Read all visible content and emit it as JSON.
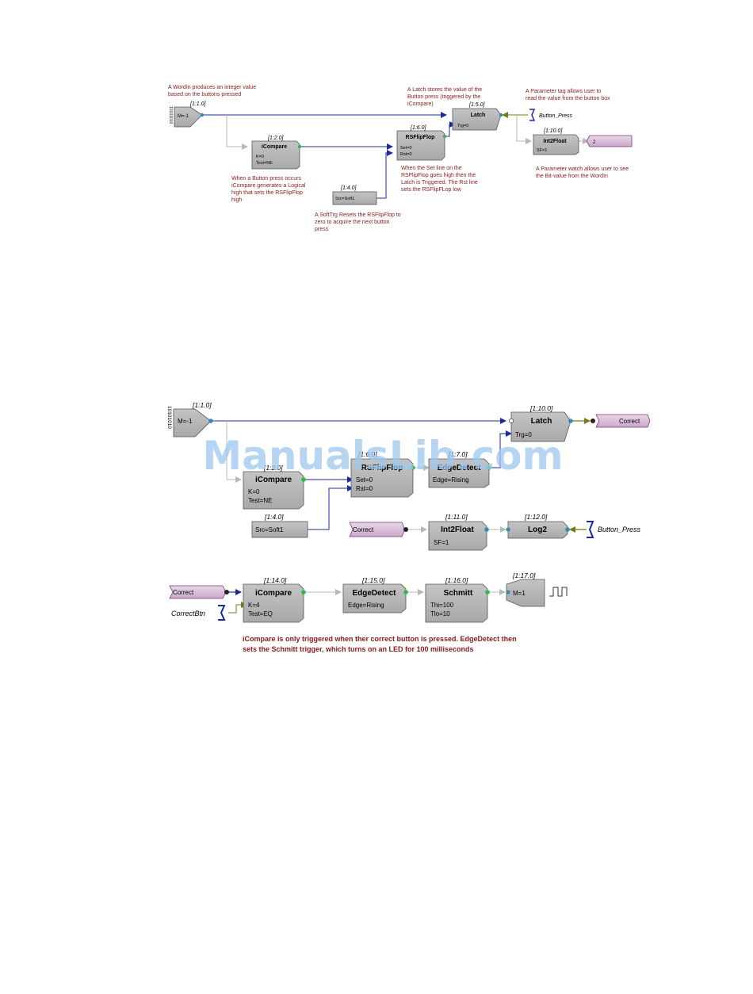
{
  "watermark": "ManualsLib.com",
  "diagram1": {
    "word_in": {
      "id": "[1:1.0]",
      "param": "M=-1",
      "bits": "10101010"
    },
    "icompare": {
      "id": "[1:2.0]",
      "title": "iCompare",
      "p1": "K=0",
      "p2": "Test=NE"
    },
    "softtrg": {
      "id": "[1:4.0]",
      "param": "Src=Soft1"
    },
    "rsflipflop": {
      "id": "[1:6.0]",
      "title": "RSFlipFlop",
      "p1": "Set=0",
      "p2": "Rst=0"
    },
    "latch": {
      "id": "[1:5.0]",
      "title": "Latch",
      "p1": "Trg=0"
    },
    "button_press": {
      "label": "Button_Press"
    },
    "int2float": {
      "id": "[1:10.0]",
      "title": "Int2Float",
      "p1": "SF=1"
    },
    "watch": {
      "value": "2"
    },
    "notes": {
      "wordin": [
        "A WordIn produces an integer value",
        "based on the buttons pressed"
      ],
      "latch": [
        "A Latch stores the value of the",
        "Button press (triggered by the",
        "iCompare)"
      ],
      "param_tag": [
        "A Parameter tag allows user to",
        "read the value from the button box"
      ],
      "icompare": [
        "When a Button press occurs",
        "iCompare generates a Logical",
        "high that sets the RSFlipFlop",
        "high"
      ],
      "set_line": [
        "When the Set line on the",
        "RSFlipFlop goes high then the",
        "Latch is Triggered.  The Rst line",
        "sets the RSFlipFLop low"
      ],
      "param_watch": [
        "A Parameter watch allows user to see",
        "the Bit-value from the WordIn"
      ],
      "softtrg": [
        "A SoftTrg Resets the RSFlipFlop to",
        "zero to acquire the next button",
        "press"
      ]
    }
  },
  "diagram2": {
    "word_in": {
      "id": "[1:1.0]",
      "param": "M=-1",
      "bits": "10101010"
    },
    "latch": {
      "id": "[1:10.0]",
      "title": "Latch",
      "p1": "Trg=0"
    },
    "correct_out": {
      "label": "Correct"
    },
    "rsflipflop": {
      "id": "[1:6.0]",
      "title": "RSFlipFlop",
      "p1": "Set=0",
      "p2": "Rst=0"
    },
    "edgedetect1": {
      "id": "[1:7.0]",
      "title": "EdgeDetect",
      "p1": "Edge=Rising"
    },
    "icompare1": {
      "id": "[1:2.0]",
      "title": "iCompare",
      "p1": "K=0",
      "p2": "Test=NE"
    },
    "softtrg": {
      "id": "[1:4.0]",
      "param": "Src=Soft1"
    },
    "correct_in1": {
      "label": "Correct"
    },
    "int2float": {
      "id": "[1:11.0]",
      "title": "Int2Float",
      "p1": "SF=1"
    },
    "log2": {
      "id": "[1:12.0]",
      "title": "Log2"
    },
    "button_press": {
      "label": "Button_Press"
    },
    "correct_in2": {
      "label": "Correct"
    },
    "correct_btn": {
      "label": "CorrectBtn"
    },
    "icompare2": {
      "id": "[1:14.0]",
      "title": "iCompare",
      "p1": "K=4",
      "p2": "Test=EQ"
    },
    "edgedetect2": {
      "id": "[1:15.0]",
      "title": "EdgeDetect",
      "p1": "Edge=Rising"
    },
    "schmitt": {
      "id": "[1:16.0]",
      "title": "Schmitt",
      "p1": "Thi=100",
      "p2": "Tlo=10"
    },
    "word_out": {
      "id": "[1:17.0]",
      "param": "M=1"
    },
    "caption": [
      "iCompare is only triggered when ther correct button is pressed. EdgeDetect then",
      "sets the Schmitt trigger, which turns on an LED for 100 milliseconds"
    ]
  }
}
